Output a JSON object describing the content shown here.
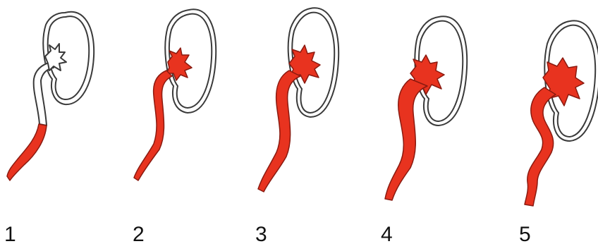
{
  "stages": [
    {
      "number": "1"
    },
    {
      "number": "2"
    },
    {
      "number": "3"
    },
    {
      "number": "4"
    },
    {
      "number": "5"
    }
  ],
  "colors": {
    "fill": "#e8331f",
    "outline": "#3a3a3a"
  }
}
